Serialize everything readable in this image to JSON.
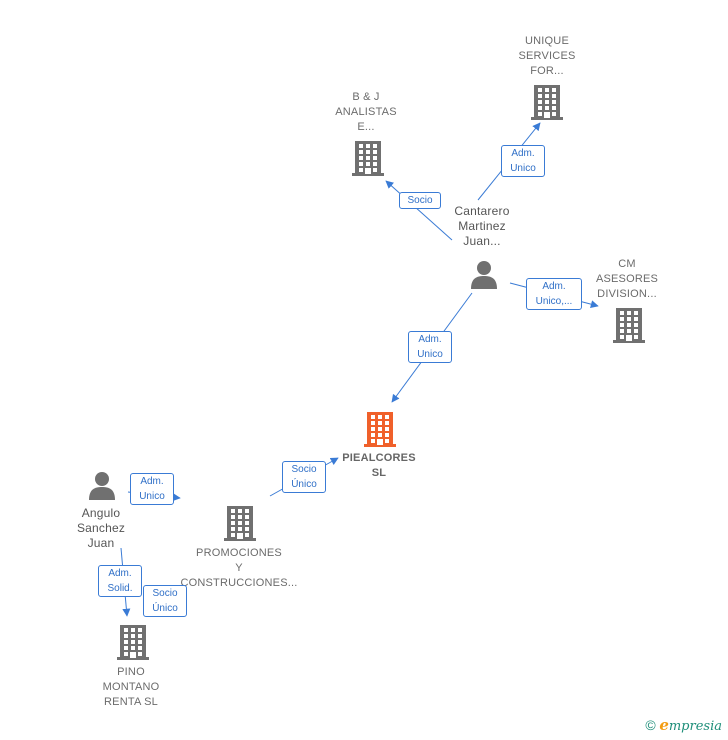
{
  "colors": {
    "edge": "#3a7bd5",
    "company_icon": "#707070",
    "focus_icon": "#f0602a",
    "person_icon": "#707070"
  },
  "nodes": {
    "unique": {
      "lines": [
        "UNIQUE",
        "SERVICES",
        "FOR..."
      ],
      "icon": "building-icon"
    },
    "bj": {
      "lines": [
        "B & J",
        "ANALISTAS",
        "E..."
      ],
      "icon": "building-icon"
    },
    "cantarero": {
      "lines": [
        "Cantarero",
        "Martinez",
        "Juan..."
      ],
      "icon": "person-icon"
    },
    "cm": {
      "lines": [
        "CM",
        "ASESORES",
        "DIVISION..."
      ],
      "icon": "building-icon"
    },
    "piealcores": {
      "lines": [
        "PIEALCORES",
        "SL"
      ],
      "icon": "building-icon"
    },
    "angulo": {
      "lines": [
        "Angulo",
        "Sanchez",
        "Juan"
      ],
      "icon": "person-icon"
    },
    "promociones": {
      "lines": [
        "PROMOCIONES",
        "Y",
        "CONSTRUCCIONES..."
      ],
      "icon": "building-icon"
    },
    "pino": {
      "lines": [
        "PINO",
        "MONTANO",
        "RENTA  SL"
      ],
      "icon": "building-icon"
    }
  },
  "edges": {
    "cantarero_unique": {
      "lines": [
        "Adm.",
        "Unico"
      ]
    },
    "cantarero_bj": {
      "lines": [
        "Socio"
      ]
    },
    "cantarero_cm": {
      "lines": [
        "Adm.",
        "Unico,..."
      ]
    },
    "cantarero_piealcores": {
      "lines": [
        "Adm.",
        "Unico"
      ]
    },
    "promociones_piealcores": {
      "lines": [
        "Socio",
        "Único"
      ]
    },
    "angulo_promociones": {
      "lines": [
        "Adm.",
        "Unico"
      ]
    },
    "angulo_pino": {
      "lines": [
        "Adm.",
        "Solid."
      ]
    },
    "promociones_pino": {
      "lines": [
        "Socio",
        "Único"
      ]
    }
  },
  "footer": {
    "copyright": "©",
    "brand_initial": "e",
    "brand_rest": "mpresia"
  }
}
